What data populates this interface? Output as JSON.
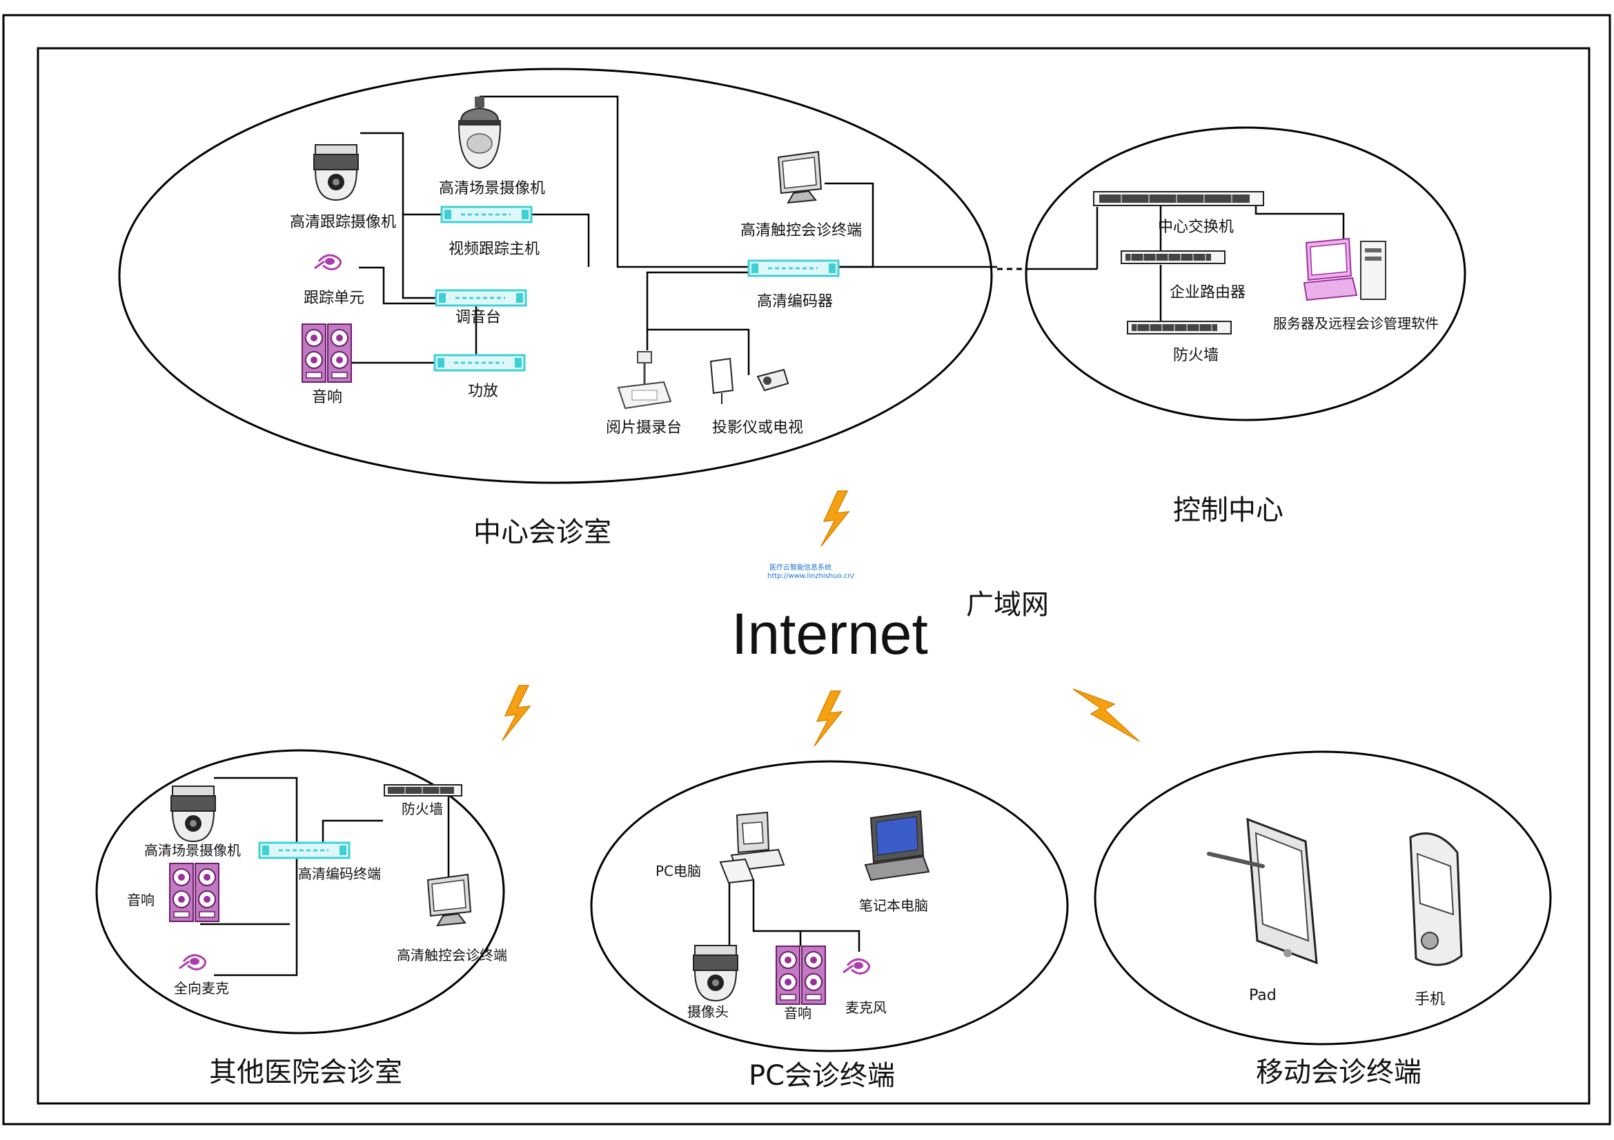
{
  "colors": {
    "line": "#000000",
    "device_cyan": "#3fd0d6",
    "speaker_purple": "#9b2f9b",
    "mic_purple": "#b03ab0",
    "lightning": "#f5a011",
    "watermark_blue": "#1a6fd6",
    "pc_screen_magenta": "#e070e0"
  },
  "center_room": {
    "title": "中心会诊室",
    "devices": {
      "scene_camera": "高清场景摄像机",
      "tracking_camera": "高清跟踪摄像机",
      "video_tracking_host": "视频跟踪主机",
      "tracking_unit": "跟踪单元",
      "mixer": "调音台",
      "speaker": "音响",
      "amplifier": "功放",
      "touch_terminal": "高清触控会诊终端",
      "hd_encoder": "高清编码器",
      "document_camera": "阅片摄录台",
      "projector_tv": "投影仪或电视"
    }
  },
  "control_center": {
    "title": "控制中心",
    "devices": {
      "core_switch": "中心交换机",
      "router": "企业路由器",
      "firewall": "防火墙",
      "server": "服务器及远程会诊管理软件"
    }
  },
  "internet": {
    "title": "Internet",
    "subtitle": "广域网",
    "watermark_line1": "医疗云智能信息系统",
    "watermark_line2": "http://www.linzhishuo.cn/"
  },
  "other_hospital": {
    "title": "其他医院会诊室",
    "devices": {
      "scene_camera": "高清场景摄像机",
      "speaker": "音响",
      "encoder_terminal": "高清编码终端",
      "firewall": "防火墙",
      "touch_terminal": "高清触控会诊终端",
      "omni_mic": "全向麦克"
    }
  },
  "pc_terminal": {
    "title": "PC会诊终端",
    "devices": {
      "pc": "PC电脑",
      "laptop": "笔记本电脑",
      "camera": "摄像头",
      "speaker": "音响",
      "microphone": "麦克风"
    }
  },
  "mobile_terminal": {
    "title": "移动会诊终端",
    "devices": {
      "pad": "Pad",
      "phone": "手机"
    }
  }
}
